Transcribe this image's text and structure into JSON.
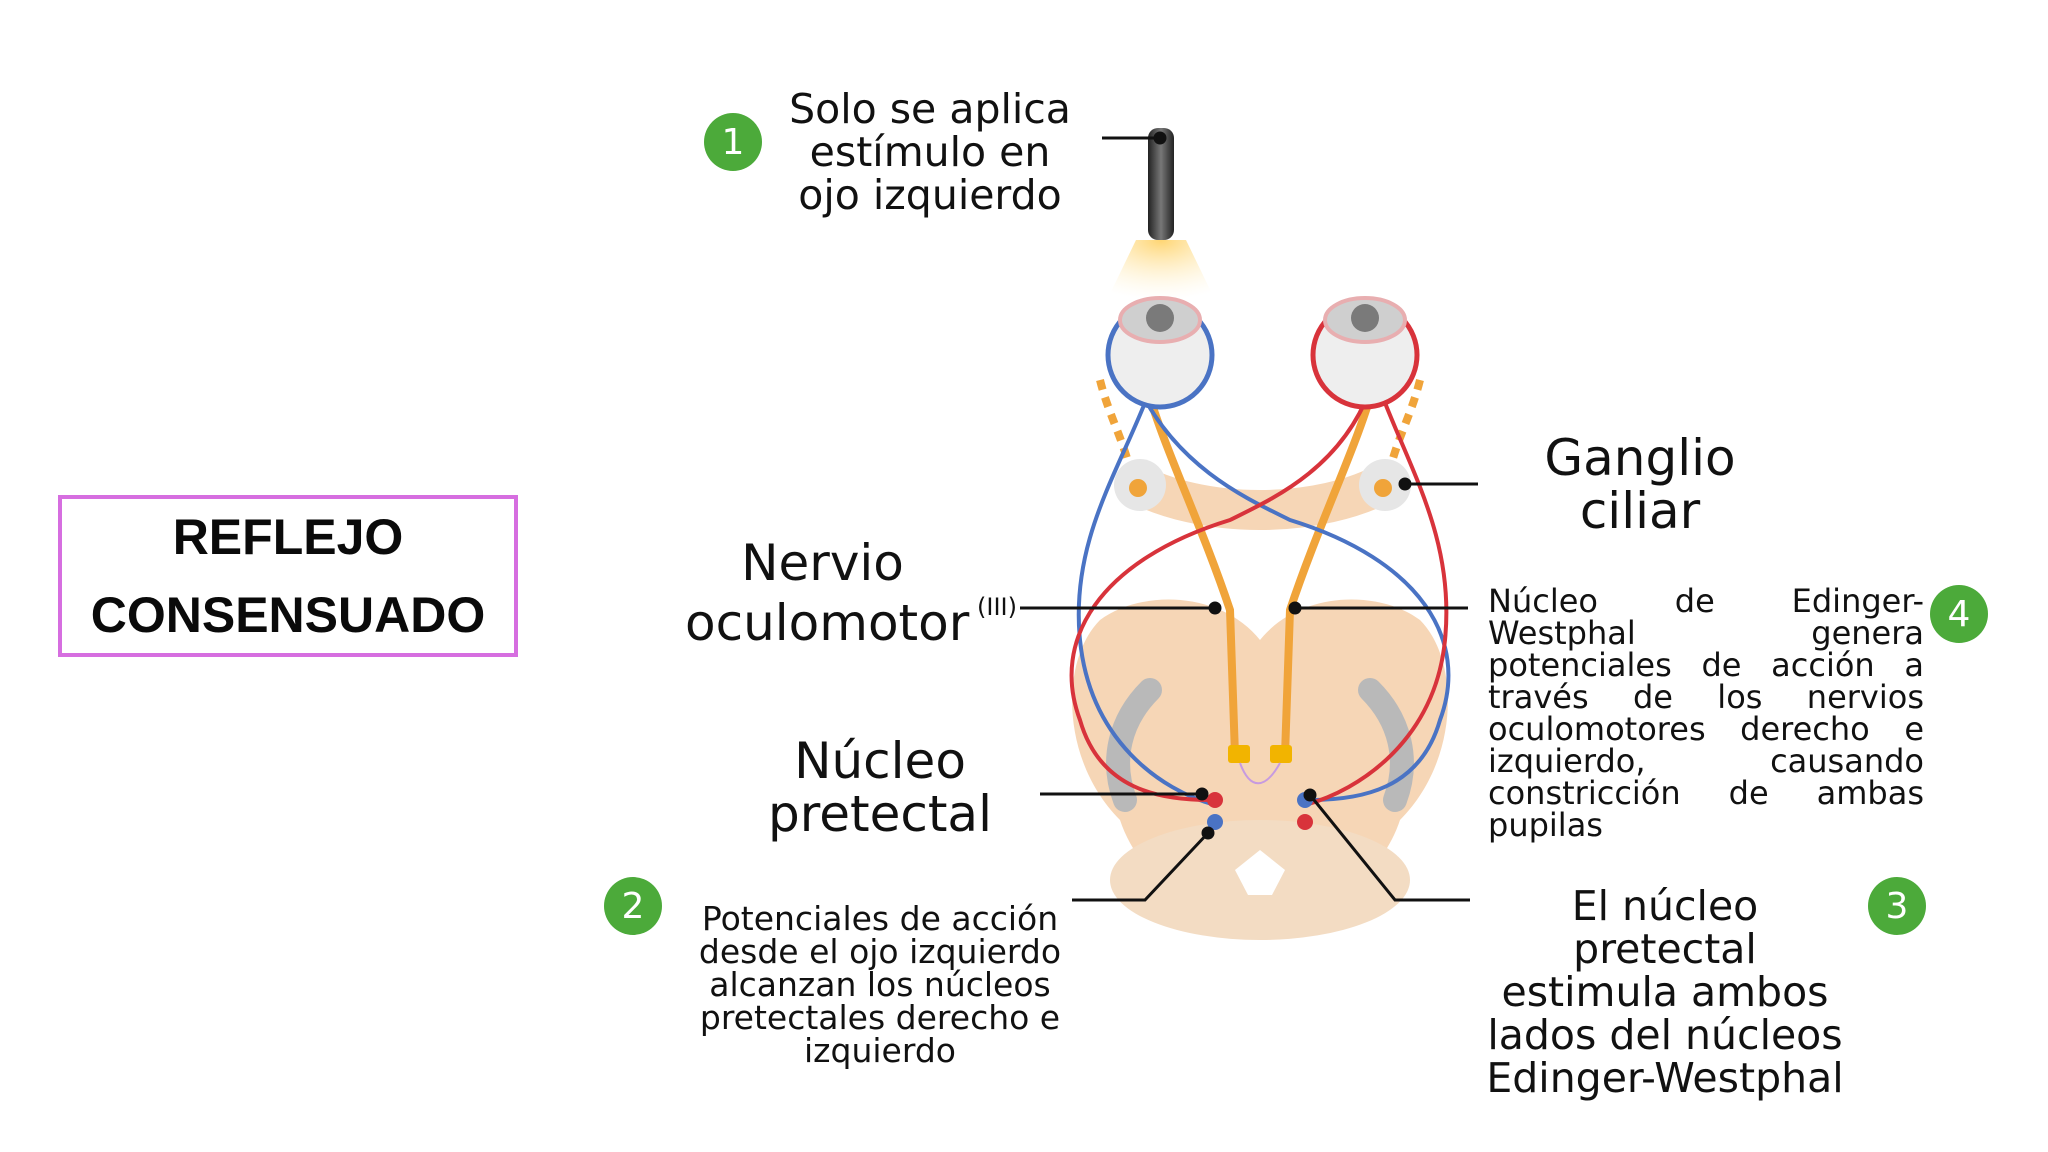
{
  "title": {
    "line1": "REFLEJO",
    "line2": "CONSENSUADO"
  },
  "badges": [
    "1",
    "2",
    "3",
    "4"
  ],
  "labels": {
    "stimulus": [
      "Solo se aplica",
      "estímulo en",
      "ojo izquierdo"
    ],
    "ciliary": [
      "Ganglio",
      "ciliar"
    ],
    "oculomotor": [
      "Nervio",
      "oculomotor"
    ],
    "oculomotor_num": "(III)",
    "pretectal": [
      "Núcleo",
      "pretectal"
    ],
    "step2": [
      "Potenciales de acción",
      "desde el ojo izquierdo",
      "alcanzan los núcleos",
      "pretectales derecho e",
      "izquierdo"
    ],
    "step3": [
      "El núcleo pretectal",
      "estimula ambos",
      "lados del núcleos",
      "Edinger-Westphal"
    ],
    "step4": [
      "Núcleo de Edinger-",
      "Westphal genera",
      "potenciales de acción a",
      "través de los nervios",
      "oculomotores derecho e",
      "izquierdo, causando",
      "constricción de ambas",
      "pupilas"
    ]
  },
  "colors": {
    "badge": "#4caa3a",
    "title_border": "#d66ee0",
    "nerve_red": "#d8333b",
    "nerve_blue": "#4a73c4",
    "nerve_orange": "#f0a43a",
    "tissue": "#f6d6b6"
  }
}
